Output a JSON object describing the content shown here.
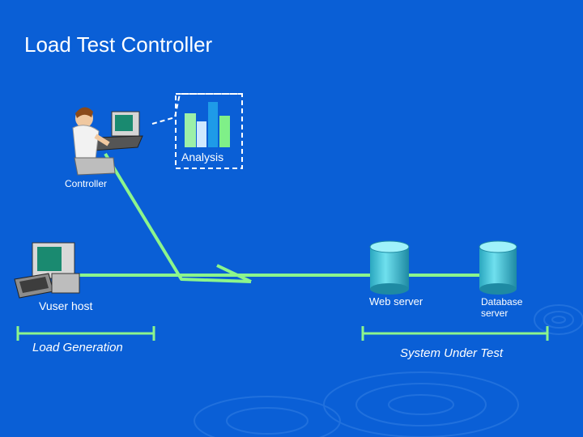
{
  "title": "Load Test Controller",
  "labels": {
    "analysis": "Analysis",
    "controller": "Controller",
    "vuser_host": "Vuser host",
    "web_server": "Web server",
    "database_server": "Database server",
    "load_generation": "Load Generation",
    "system_under_test": "System Under Test"
  },
  "colors": {
    "background": "#0a5fd6",
    "network_line": "#8cf58c",
    "cylinder": "#3fc6d8",
    "analysis_bars": [
      "#9cf0a8",
      "#cfe8ff",
      "#1e9be8",
      "#7ff088"
    ]
  },
  "icons": [
    "person-at-computer-icon",
    "workstation-icon",
    "web-server-cylinder-icon",
    "database-cylinder-icon",
    "bar-chart-icon"
  ]
}
